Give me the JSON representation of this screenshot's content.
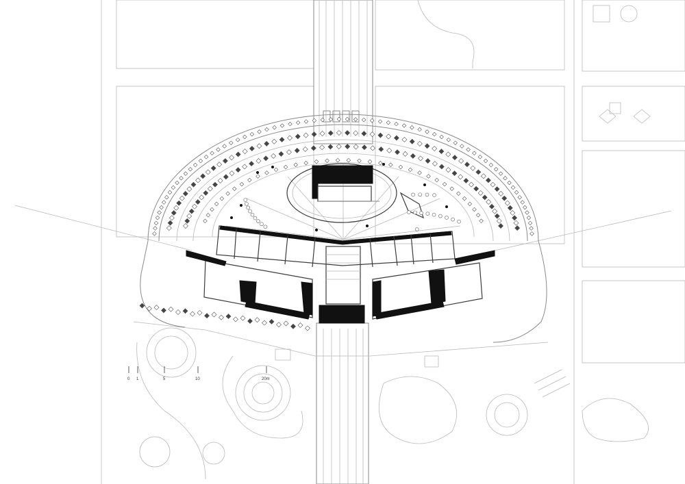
{
  "scale_bar": {
    "labels": [
      "0",
      "1",
      "5",
      "10",
      "20m"
    ]
  },
  "colors": {
    "background": "#ffffff",
    "line_light": "#b9b9b9",
    "line_mid": "#8a8a8a",
    "wall": "#111111"
  }
}
